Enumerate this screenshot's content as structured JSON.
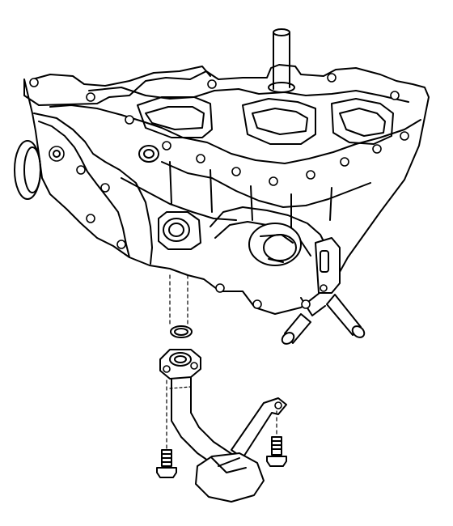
{
  "diagram": {
    "components": [
      "engine-block",
      "oil-pickup-tube",
      "o-ring-seal",
      "mounting-bolt-left",
      "mounting-bolt-right",
      "oil-strainer"
    ]
  }
}
